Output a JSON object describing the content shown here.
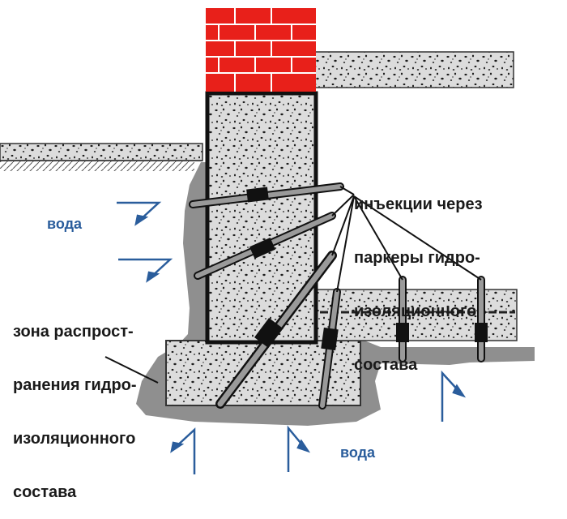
{
  "labels": {
    "injections": [
      "инъекции через",
      "паркеры гидро-",
      "изоляционного",
      "состава"
    ],
    "zone": [
      "зона распрост-",
      "ранения гидро-",
      "изоляционного",
      "состава"
    ],
    "water_left": "вода",
    "water_bottom": "вода"
  },
  "colors": {
    "brick": "#e8201a",
    "mortar": "#ffffff",
    "concrete": "#dcdcdc",
    "speckle": "#1c1c1c",
    "spread_zone": "#8f8f8f",
    "water_arrow": "#2a5d9c",
    "outline": "#111111"
  }
}
